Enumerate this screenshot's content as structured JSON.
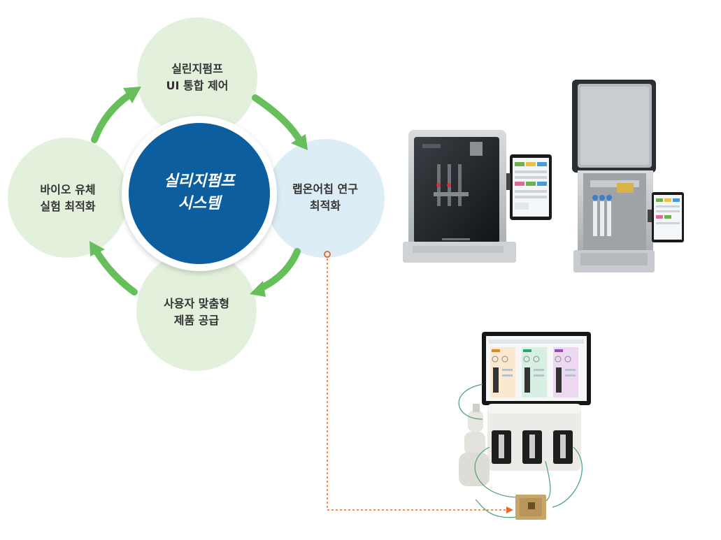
{
  "diagram": {
    "center": {
      "line1": "실리지펌프",
      "line2": "시스템"
    },
    "nodes": {
      "top": {
        "line1": "실린지펌프",
        "line2": "UI 통합 제어"
      },
      "right": {
        "line1": "랩온어칩 연구",
        "line2": "최적화"
      },
      "bottom": {
        "line1": "사용자 맞춤형",
        "line2": "제품 공급"
      },
      "left": {
        "line1": "바이오 유체",
        "line2": "실험 최적화"
      }
    },
    "colors": {
      "green_circle": "#e3f1dc",
      "blue_circle": "#dcedf6",
      "center_blue": "#0d5e9e",
      "arrow_green": "#67bf5c",
      "connector_orange": "#e46b2e"
    },
    "icons": {
      "arrows": "curved-arrow-icon",
      "products": [
        "syringe-pump-closed-icon",
        "syringe-pump-open-icon",
        "syringe-pump-tablet-chip-icon"
      ]
    }
  }
}
